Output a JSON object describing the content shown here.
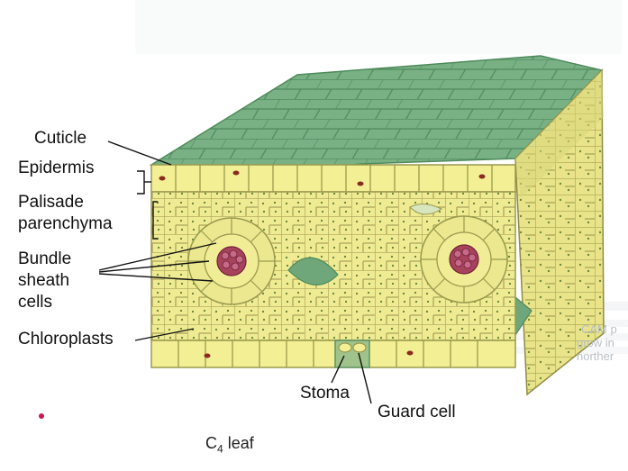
{
  "labels": {
    "cuticle": "Cuticle",
    "epidermis": "Epidermis",
    "palisade_1": "Palisade",
    "palisade_2": "parenchyma",
    "bundle_1": "Bundle",
    "bundle_2": "sheath",
    "bundle_3": "cells",
    "chloroplasts": "Chloroplasts",
    "stoma": "Stoma",
    "guard_cell": "Guard cell"
  },
  "caption": {
    "letter": "C",
    "subscript": "4",
    "rest": " leaf"
  },
  "bleed_through": {
    "line_1": "CAM p",
    "line_2": "grow in",
    "line_3": "norther"
  },
  "colors": {
    "surface_green": "#6fa77a",
    "cell_yellow": "#f3ef95",
    "cell_wall": "#9a9a4e",
    "bundle_red": "#a8435e",
    "nucleus": "#8a2a20"
  }
}
